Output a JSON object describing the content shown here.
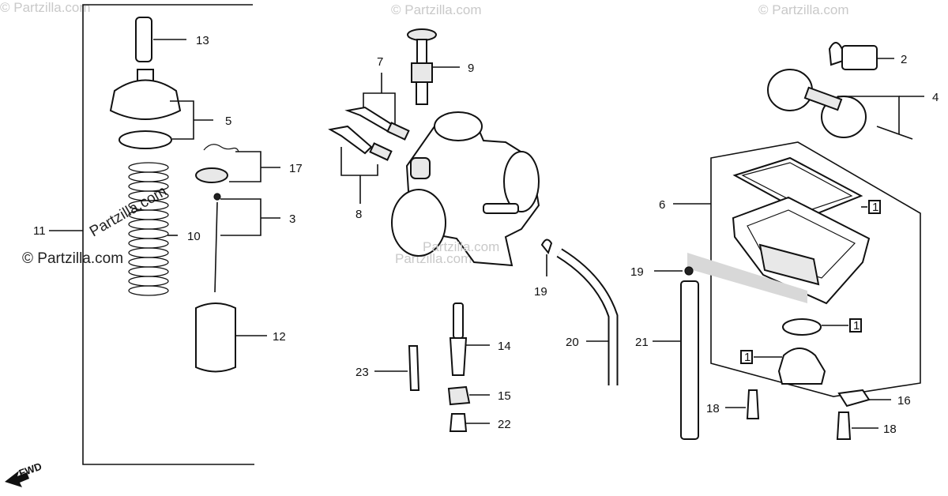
{
  "watermark": {
    "text": "© Partzilla.com",
    "corner_text": "© Partzilla.com",
    "inline_text": "Partzilla.com"
  },
  "direction": {
    "label": "FWD"
  },
  "callouts": {
    "c2": "2",
    "c3": "3",
    "c4": "4",
    "c5": "5",
    "c6": "6",
    "c7": "7",
    "c8": "8",
    "c9": "9",
    "c10": "10",
    "c11": "11",
    "c12": "12",
    "c13": "13",
    "c14": "14",
    "c15": "15",
    "c16": "16",
    "c17": "17",
    "c18a": "18",
    "c18b": "18",
    "c19a": "19",
    "c19b": "19",
    "c20": "20",
    "c21": "21",
    "c22": "22",
    "c23": "23",
    "ref1a": "1",
    "ref1b": "1",
    "ref1c": "1"
  }
}
